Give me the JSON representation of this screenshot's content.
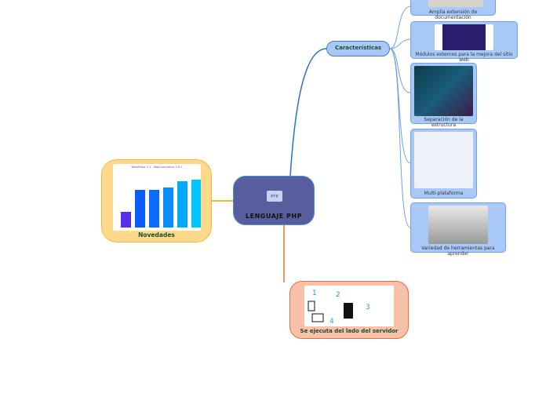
{
  "central": {
    "label": "LENGUAJE PHP",
    "color": "#585d9e"
  },
  "novedades": {
    "label": "Novedades",
    "chart_title": "WordPress 5.3 - WooCommerce 3.8.1",
    "color": "#fdd98b"
  },
  "caracteristicas": {
    "label": "Características",
    "color": "#a8c8f8",
    "items": [
      {
        "label": "Amplia extensión de documentación"
      },
      {
        "label": "Módulos externos para la mejora del sitio web"
      },
      {
        "label": "Separación de la estructura"
      },
      {
        "label": "Multi-plataforma"
      },
      {
        "label": "Variedad de herramientas para aprender"
      }
    ]
  },
  "servidor": {
    "label": "Se ejecuta del lado del servidor",
    "color": "#f9c0aa"
  }
}
